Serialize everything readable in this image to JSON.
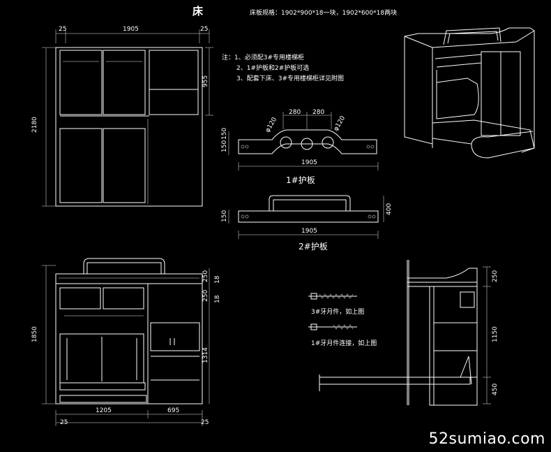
{
  "title": "床",
  "spec": "床板规格：1902*900*18一块，1902*600*18两块",
  "notes": [
    "注：1、必须配3#专用楼梯柜",
    "2、1#护板和2#护板可选",
    "3、配套下床、3#专用楼梯柜详见附图"
  ],
  "dims": {
    "top_w": "1905",
    "side_margin": "25",
    "left_h": "2180",
    "upper_h": "955",
    "p1_gap_a": "280",
    "p1_gap_b": "280",
    "p1_h": "150",
    "p1_h2": "150",
    "hole_a": "φ120",
    "hole_b": "φ120",
    "p1_w": "1905",
    "p2_h": "400",
    "p2_h2": "150",
    "p2_w": "1905",
    "front_h": "1850",
    "front_w_left": "1205",
    "front_w_right": "695",
    "front_m_left": "25",
    "front_m_right": "25",
    "front_r1": "250",
    "front_r2": "18",
    "front_r3": "250",
    "front_r4": "18",
    "front_r5": "1314",
    "side_r1": "250",
    "side_r2": "1150",
    "side_r3": "450"
  },
  "labels": {
    "panel1": "1#护板",
    "panel2": "2#护板",
    "bolt1": "3#牙月件，如上图",
    "bolt2": "1#牙月件连接，如上图"
  },
  "watermark": "52sumiao.com"
}
